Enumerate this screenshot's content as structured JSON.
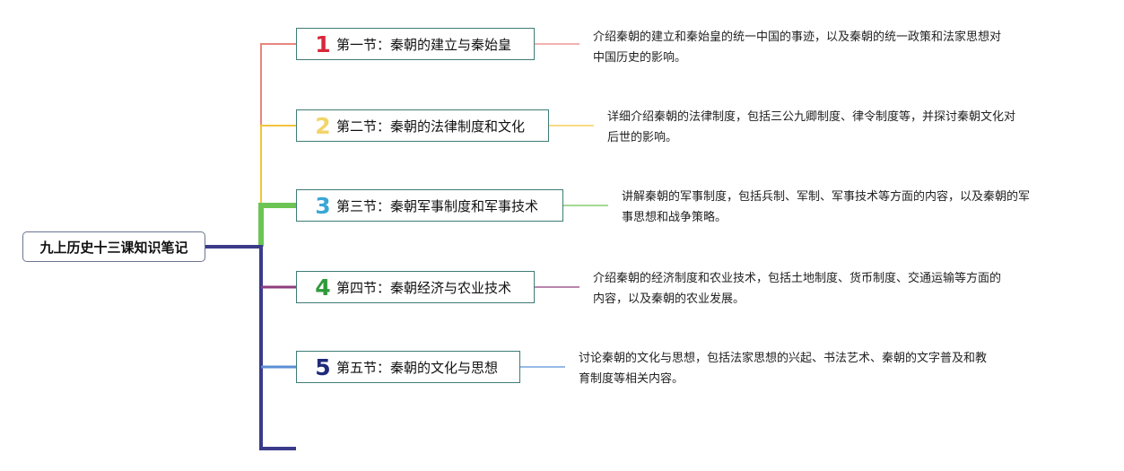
{
  "root": {
    "title": "九上历史十三课知识笔记"
  },
  "colors": {
    "trunk": "#3b3b8a",
    "branches": [
      "#e8857f",
      "#f3c43a",
      "#6cc454",
      "#8f3d7e",
      "#5b8fd6"
    ],
    "numbers": [
      "#d8283a",
      "#f2d468",
      "#3aa7d6",
      "#2f9a3c",
      "#1f2a7a"
    ],
    "node_border": "#3d7d74"
  },
  "sections": [
    {
      "num": "1",
      "label": "第一节：秦朝的建立与秦始皇",
      "desc_lines": [
        "介绍秦朝的建立和秦始皇的统一中国的事迹，以及秦朝的统一政策和法家思想对",
        "中国历史的影响。"
      ]
    },
    {
      "num": "2",
      "label": "第二节：秦朝的法律制度和文化",
      "desc_lines": [
        "详细介绍秦朝的法律制度，包括三公九卿制度、律令制度等，并探讨秦朝文化对",
        "后世的影响。"
      ]
    },
    {
      "num": "3",
      "label": "第三节：秦朝军事制度和军事技术",
      "desc_lines": [
        "讲解秦朝的军事制度，包括兵制、军制、军事技术等方面的内容，以及秦朝的军",
        "事思想和战争策略。"
      ]
    },
    {
      "num": "4",
      "label": "第四节：秦朝经济与农业技术",
      "desc_lines": [
        "介绍秦朝的经济制度和农业技术，包括土地制度、货币制度、交通运输等方面的",
        "内容，以及秦朝的农业发展。"
      ]
    },
    {
      "num": "5",
      "label": "第五节：秦朝的文化与思想",
      "desc_lines": [
        "讨论秦朝的文化与思想，包括法家思想的兴起、书法艺术、秦朝的文字普及和教",
        "育制度等相关内容。"
      ]
    }
  ]
}
